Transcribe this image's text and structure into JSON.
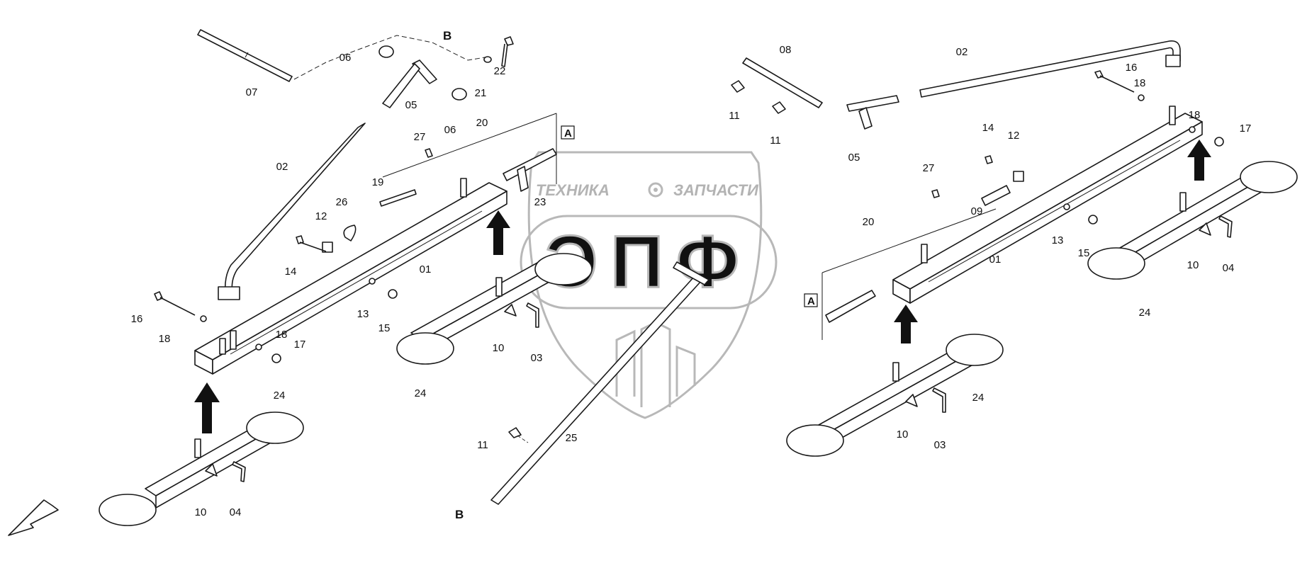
{
  "watermark": {
    "top_left": "ТЕХНИКА",
    "top_right": "ЗАПЧАСТИ",
    "letters": "ЭПФ",
    "color": "#b8b8b8"
  },
  "section_markers": {
    "b_top": "B",
    "b_bottom": "B",
    "a_left": "A",
    "a_right": "A"
  },
  "callouts_left": [
    "07",
    "06",
    "05",
    "06",
    "22",
    "21",
    "20",
    "27",
    "02",
    "19",
    "26",
    "12",
    "14",
    "01",
    "16",
    "18",
    "18",
    "17",
    "13",
    "15",
    "24",
    "10",
    "04",
    "23"
  ],
  "callouts_center": [
    "10",
    "03",
    "24",
    "25",
    "11"
  ],
  "callouts_right": [
    "08",
    "02",
    "16",
    "18",
    "18",
    "17",
    "11",
    "11",
    "05",
    "14",
    "12",
    "27",
    "09",
    "20",
    "01",
    "13",
    "15",
    "10",
    "04",
    "24",
    "24",
    "10",
    "03"
  ],
  "icons": [
    "direction-arrow-icon",
    "up-arrow-icon",
    "gear-icon"
  ]
}
